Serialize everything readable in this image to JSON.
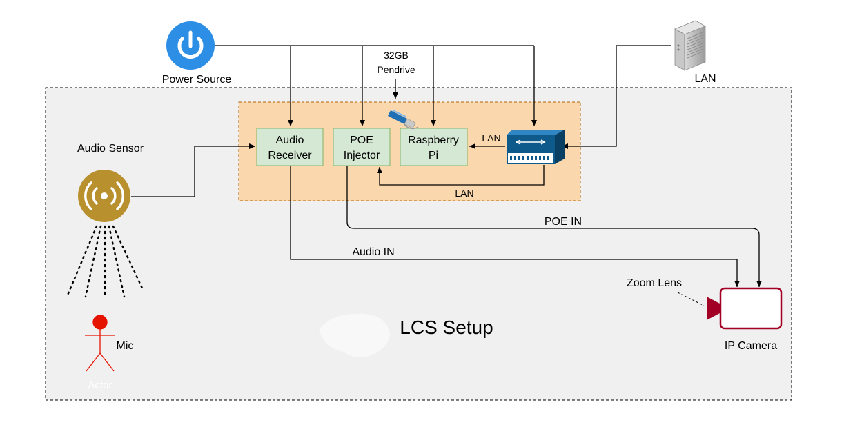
{
  "diagram": {
    "title": "LCS Setup",
    "labels": {
      "power_source": "Power Source",
      "lan_server": "LAN",
      "pendrive_line1": "32GB",
      "pendrive_line2": "Pendrive",
      "audio_sensor": "Audio Sensor",
      "mic": "Mic",
      "actor": "Actor",
      "zoom_lens": "Zoom Lens",
      "ip_camera": "IP Camera"
    },
    "nodes": {
      "audio_receiver": {
        "line1": "Audio",
        "line2": "Receiver"
      },
      "poe_injector": {
        "line1": "POE",
        "line2": "Injector"
      },
      "raspberry_pi": {
        "line1": "Raspberry",
        "line2": "Pi"
      }
    },
    "edges": {
      "switch_to_pi": "LAN",
      "switch_to_poe": "LAN",
      "poe_to_camera": "POE IN",
      "audio_to_camera": "Audio IN"
    },
    "colors": {
      "container_fill": "#f0f0f0",
      "inner_fill": "#fad7ac",
      "inner_border": "#b46504",
      "node_fill": "#d5e8d4",
      "node_border": "#82b366",
      "power_icon": "#2d8ee6",
      "audio_sensor_icon": "#b8902e",
      "switch_icon": "#0e5a8a",
      "camera": "#a20025",
      "actor_head": "#e51400"
    }
  }
}
